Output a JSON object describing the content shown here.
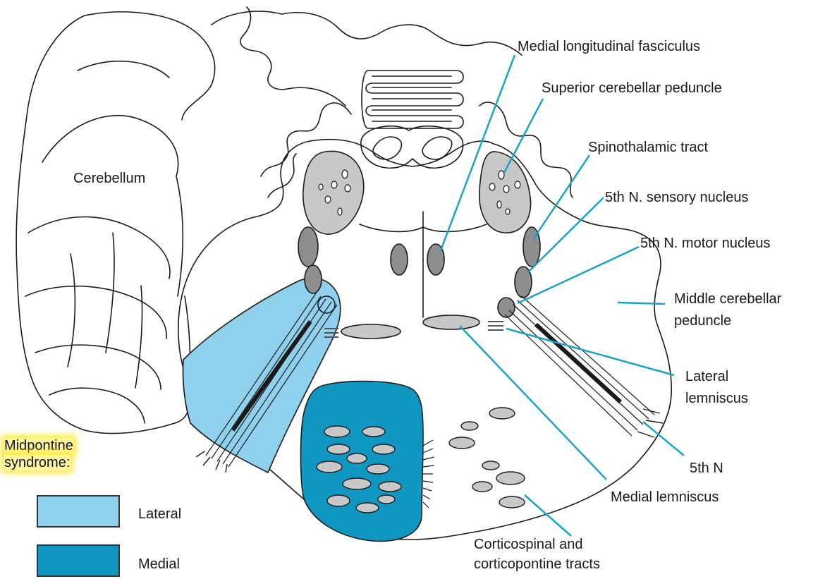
{
  "labels": {
    "cerebellum": "Cerebellum",
    "mlf": "Medial longitudinal fasciculus",
    "scp": "Superior cerebellar peduncle",
    "spinothalamic": "Spinothalamic tract",
    "sensory": "5th N. sensory nucleus",
    "motor": "5th N. motor nucleus",
    "mcp_line1": "Middle cerebellar",
    "mcp_line2": "peduncle",
    "ll_line1": "Lateral",
    "ll_line2": "lemniscus",
    "nerve": "5th N",
    "ml": "Medial lemniscus",
    "cst_line1": "Corticospinal and",
    "cst_line2": "corticopontine tracts"
  },
  "legend": {
    "title_line1": "Midpontine",
    "title_line2": "syndrome:",
    "items": [
      {
        "label": "Lateral",
        "color": "#8fd0ec"
      },
      {
        "label": "Medial",
        "color": "#0f96c1"
      }
    ]
  },
  "colors": {
    "lateral": "#8fd0ec",
    "medial": "#0f96c1",
    "leader": "#1aa3c9",
    "gray_fill": "#c8c8c8",
    "dark_gray": "#8e8e8e",
    "outline": "#1a1a1a"
  }
}
